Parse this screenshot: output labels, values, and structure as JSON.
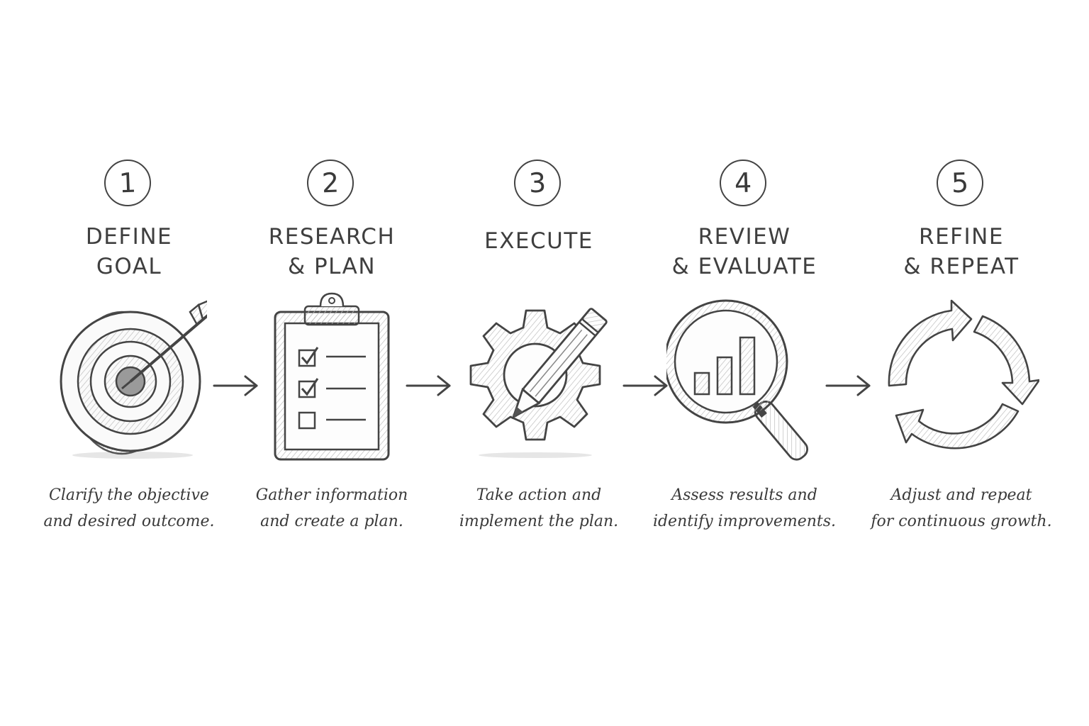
{
  "steps": [
    {
      "number": "1",
      "title_lines": [
        "DEFINE",
        "GOAL"
      ],
      "icon": "target-icon",
      "desc_lines": [
        "Clarify the objective",
        "and desired outcome."
      ]
    },
    {
      "number": "2",
      "title_lines": [
        "RESEARCH",
        "& PLAN"
      ],
      "icon": "clipboard-checklist-icon",
      "desc_lines": [
        "Gather information",
        "and create a plan."
      ]
    },
    {
      "number": "3",
      "title_lines": [
        "EXECUTE"
      ],
      "icon": "gear-pencil-icon",
      "desc_lines": [
        "Take action and",
        "implement the plan."
      ]
    },
    {
      "number": "4",
      "title_lines": [
        "REVIEW",
        "& EVALUATE"
      ],
      "icon": "magnifier-chart-icon",
      "desc_lines": [
        "Assess results and",
        "identify improvements."
      ]
    },
    {
      "number": "5",
      "title_lines": [
        "REFINE",
        "& REPEAT"
      ],
      "icon": "cycle-arrows-icon",
      "desc_lines": [
        "Adjust and repeat",
        "for continuous growth."
      ]
    }
  ],
  "colors": {
    "ink": "#3a3a3a",
    "shade": "#cfcfcf",
    "background": "#ffffff"
  }
}
